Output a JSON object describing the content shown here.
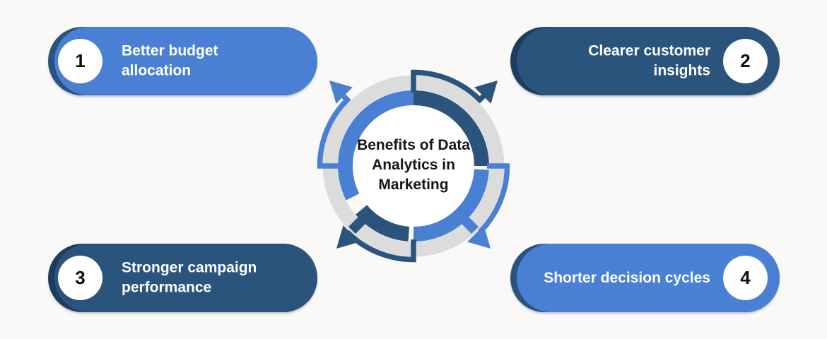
{
  "title": "Benefits of Data Analytics in Marketing",
  "center": {
    "title_lines": [
      "Benefits of Data",
      "Analytics in",
      "Marketing"
    ],
    "icons": [
      "circular-ring-icon",
      "arrow-nw-icon",
      "arrow-ne-icon",
      "arrow-sw-icon",
      "arrow-se-icon"
    ]
  },
  "benefits": [
    {
      "number": "1",
      "label": "Better budget allocation",
      "variant": "light",
      "number_side": "left"
    },
    {
      "number": "2",
      "label": "Clearer customer insights",
      "variant": "dark",
      "number_side": "right"
    },
    {
      "number": "3",
      "label": "Stronger campaign performance",
      "variant": "dark",
      "number_side": "left"
    },
    {
      "number": "4",
      "label": "Shorter decision cycles",
      "variant": "light",
      "number_side": "right"
    }
  ],
  "colors": {
    "accent_light": "#4a80d4",
    "accent_dark": "#2b547c",
    "crescent_dark": "#1e3d5e",
    "ring_gray": "#dcdcdd",
    "background": "#faf9f7",
    "text_on_pill": "#ffffff",
    "number_text": "#111111",
    "center_text": "#161616",
    "white": "#ffffff"
  }
}
